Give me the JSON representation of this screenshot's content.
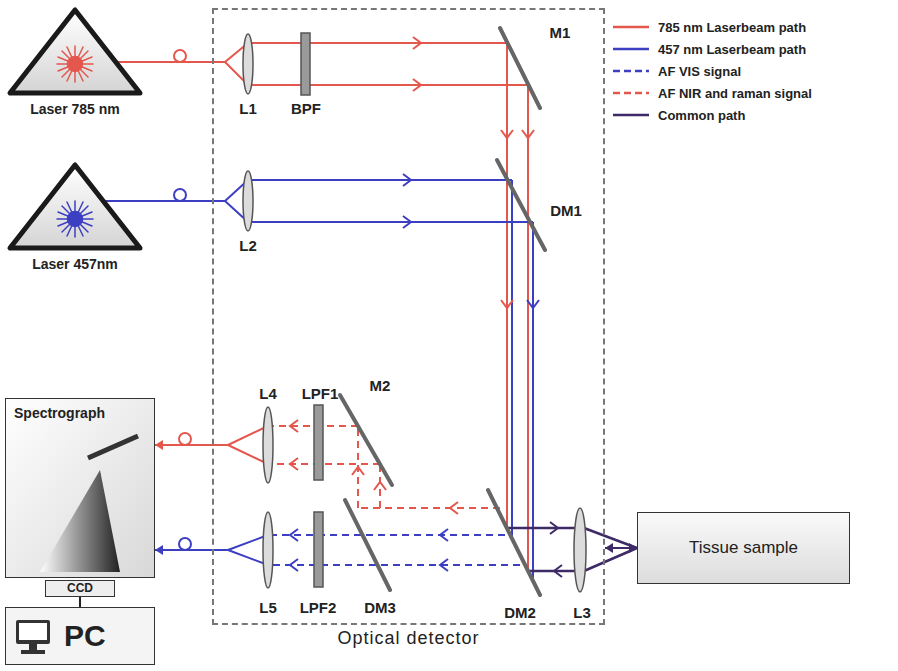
{
  "diagram": {
    "nodes": [
      {
        "text": [
          "Laser 785 nm"
        ]
      },
      {
        "text": [
          "Laser 457nm"
        ]
      },
      {
        "text": [
          "Optical detector"
        ]
      },
      {
        "text": [
          "Spectrograph"
        ]
      },
      {
        "text": [
          "CCD"
        ]
      },
      {
        "text": [
          "PC"
        ]
      },
      {
        "text": [
          "Tissue sample"
        ]
      }
    ],
    "edges": [
      {
        "from": 0,
        "to": 2,
        "arrow": "none"
      },
      {
        "from": 1,
        "to": 2,
        "arrow": "none"
      },
      {
        "from": 2,
        "to": 3,
        "arrow": "to"
      },
      {
        "from": 2,
        "to": 3,
        "arrow": "to"
      },
      {
        "from": 2,
        "to": 6,
        "arrow": "both"
      },
      {
        "from": 4,
        "to": 5,
        "arrow": "none"
      }
    ],
    "labels": [
      "L1",
      "BPF",
      "M1",
      "L2",
      "DM1",
      "L4",
      "LPF1",
      "M2",
      "L5",
      "LPF2",
      "DM3",
      "DM2",
      "L3"
    ],
    "legend": [
      {
        "text": "785 nm Laserbeam path"
      },
      {
        "text": "457 nm Laserbeam path"
      },
      {
        "text": "AF VIS signal"
      },
      {
        "text": "AF NIR and raman signal"
      },
      {
        "text": "Common path"
      }
    ]
  }
}
